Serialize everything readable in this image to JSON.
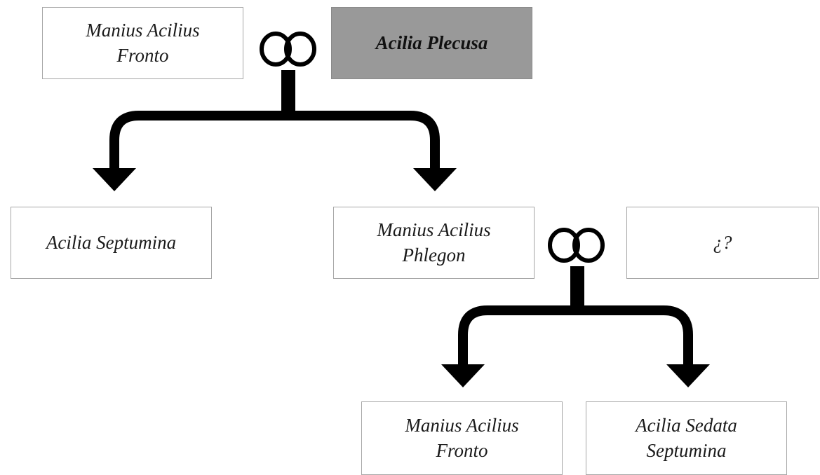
{
  "people": {
    "manius_fronto_top": "Manius Acilius\nFronto",
    "acilia_plecusa": "Acilia Plecusa",
    "acilia_septumina": "Acilia Septumina",
    "manius_phlegon": "Manius Acilius\nPhlegon",
    "unknown_spouse": "¿?",
    "manius_fronto_bottom": "Manius Acilius\nFronto",
    "acilia_sedata": "Acilia Sedata\nSeptumina"
  },
  "icons": {
    "marriage": "interlocking-rings-icon",
    "descent": "down-arrow-icon"
  },
  "colors": {
    "highlight_fill": "#999999",
    "box_border": "#a6a6a6",
    "connector": "#000000"
  }
}
